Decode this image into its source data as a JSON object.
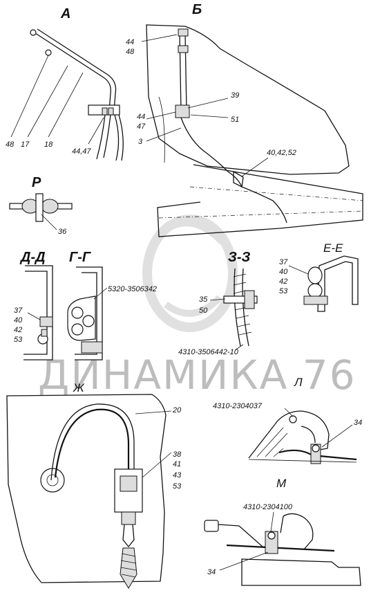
{
  "sections": {
    "a": "А",
    "b": "Б",
    "r": "Р",
    "dd": "Д-Д",
    "gg": "Г-Г",
    "zz": "З-З",
    "ee": "Е-Е",
    "zh": "Ж",
    "l": "Л",
    "m": "М"
  },
  "watermark": "ДИНАМИКА 76",
  "labels": {
    "a_48": "48",
    "a_17": "17",
    "a_18": "18",
    "a_4447": "44,47",
    "b_44": "44",
    "b_48": "48",
    "b_39": "39",
    "b_44b": "44",
    "b_47": "47",
    "b_51": "51",
    "b_3": "3",
    "b_404252": "40,42,52",
    "r_36": "36",
    "gg_part": "5320-3506342",
    "dd_37": "37",
    "dd_40": "40",
    "dd_42": "42",
    "dd_53": "53",
    "zz_35": "35",
    "zz_50": "50",
    "zz_part": "4310-3506442-10",
    "ee_37": "37",
    "ee_40": "40",
    "ee_42": "42",
    "ee_53": "53",
    "zh_20": "20",
    "zh_38": "38",
    "zh_41": "41",
    "zh_43": "43",
    "zh_53": "53",
    "l_part": "4310-2304037",
    "l_34": "34",
    "m_part": "4310-2304100",
    "m_34": "34"
  }
}
